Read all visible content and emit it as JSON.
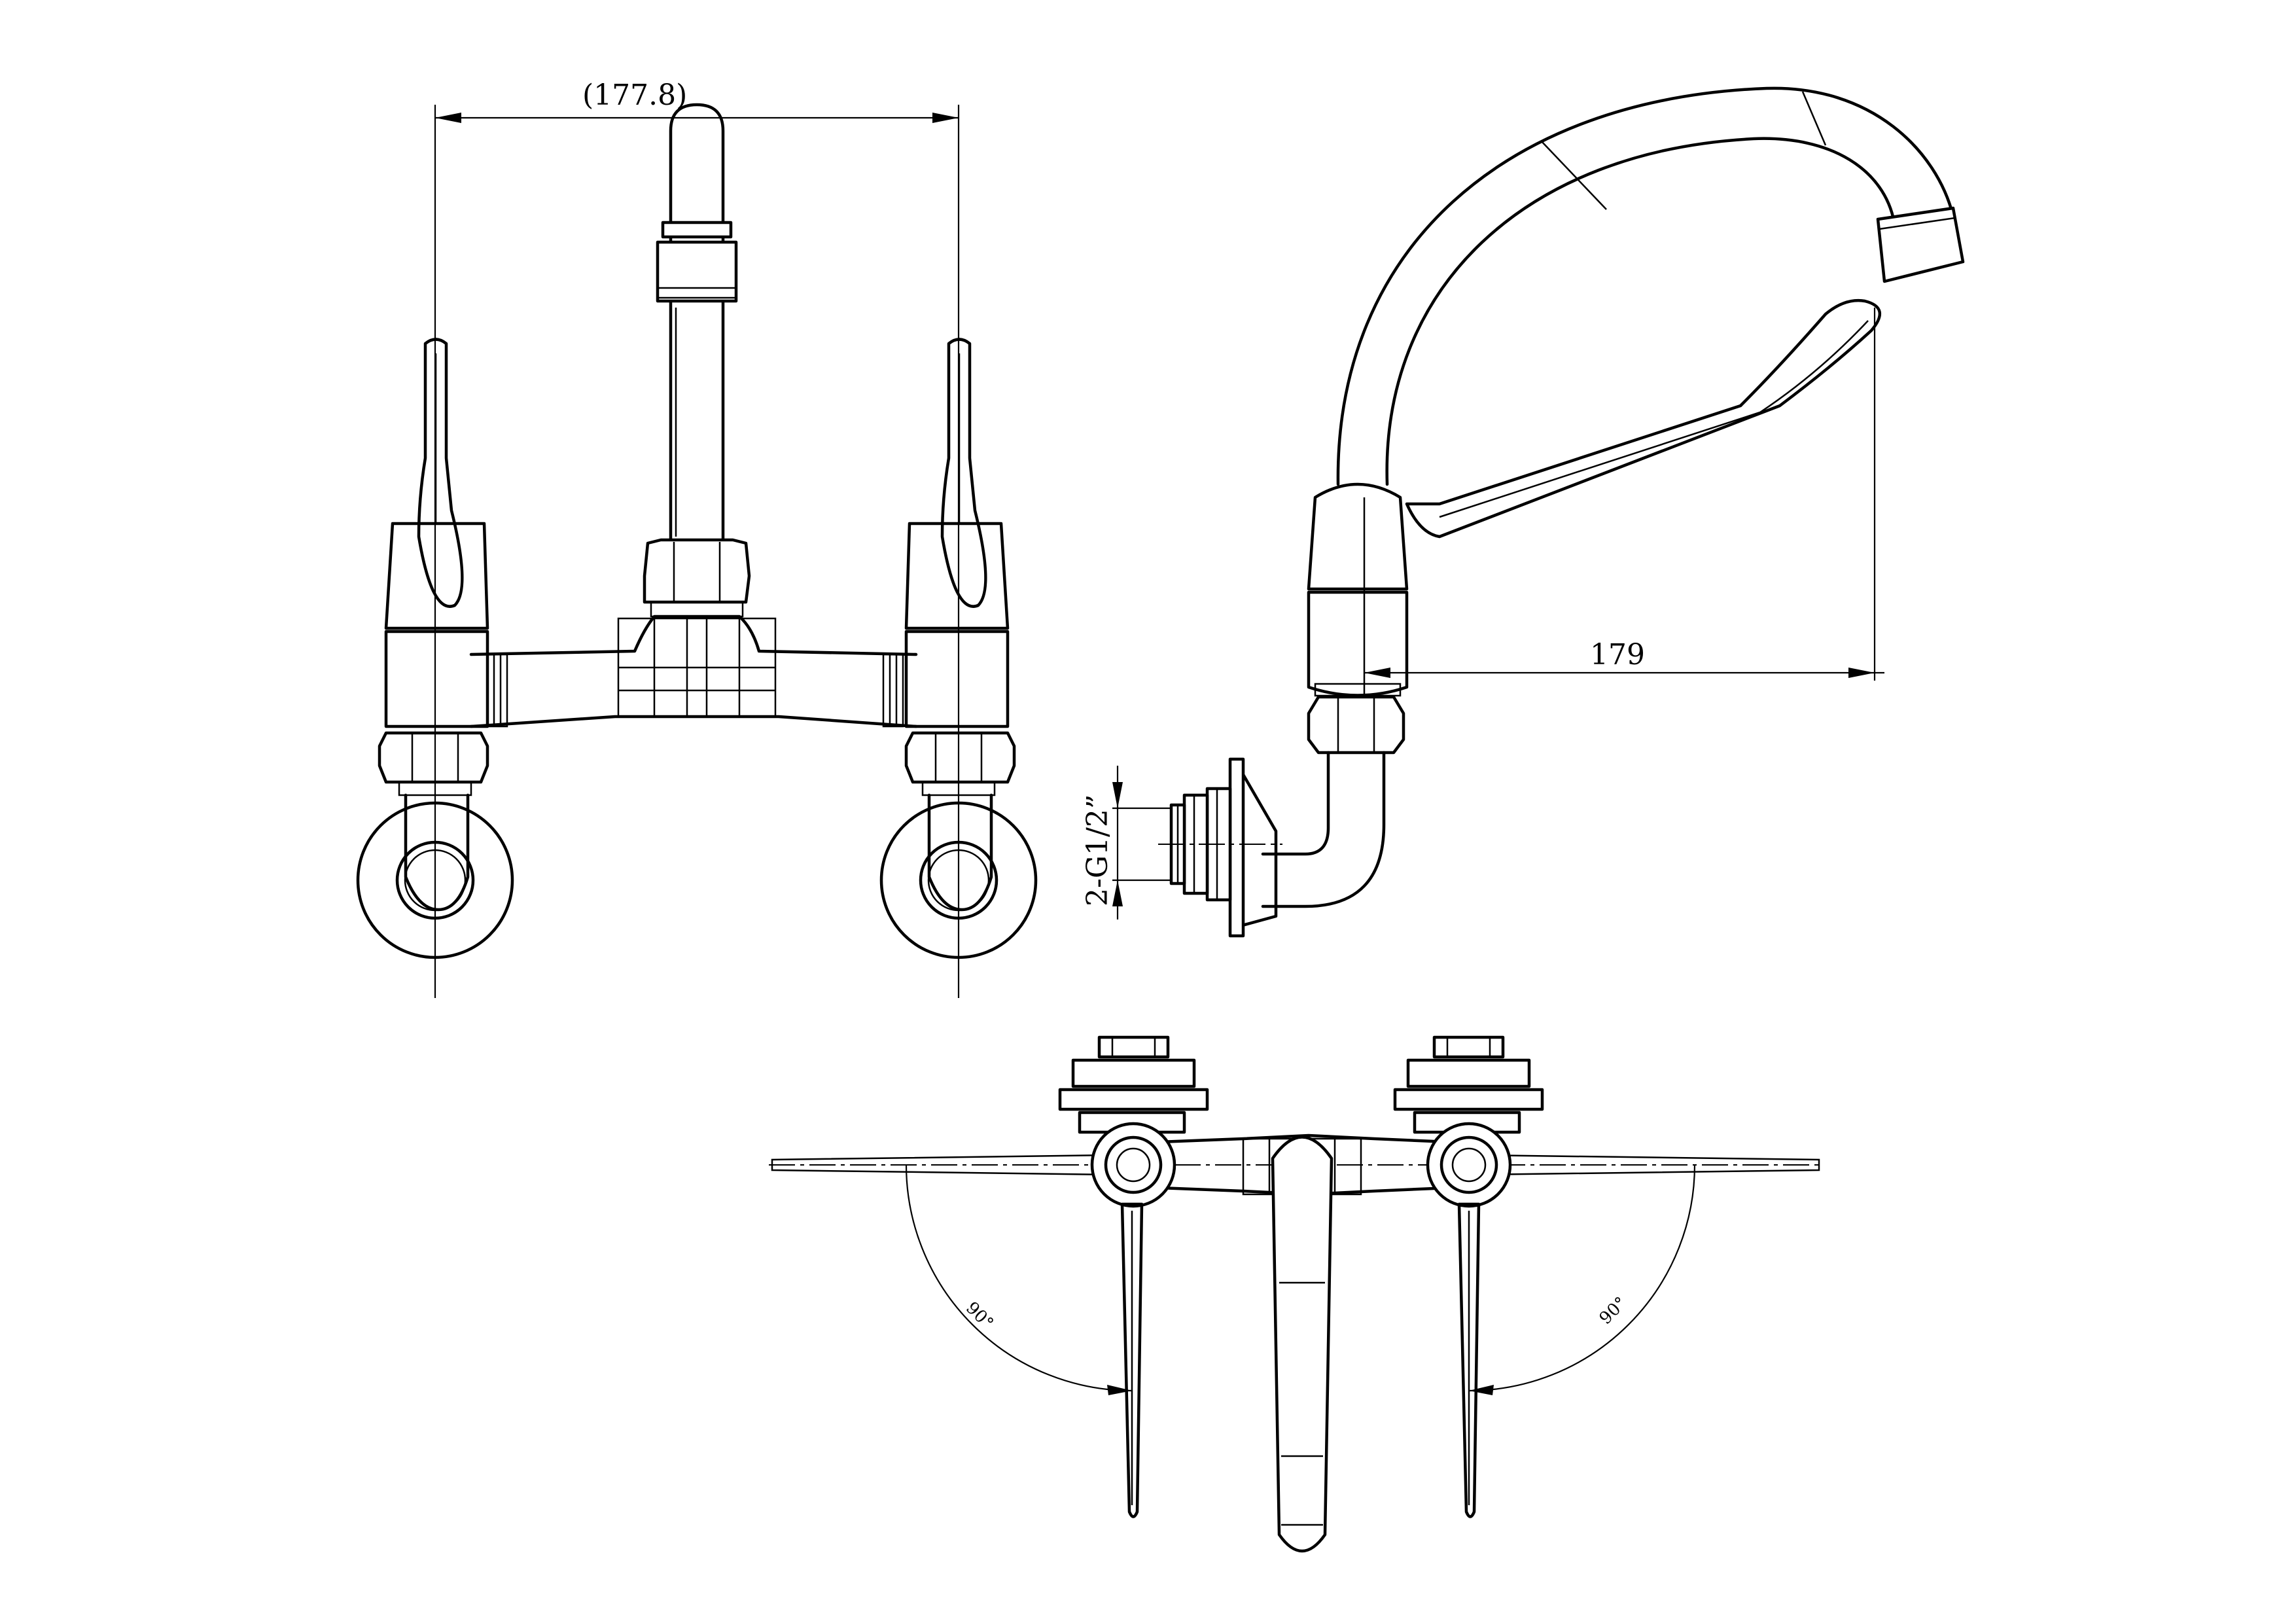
{
  "dimensions": {
    "handle_spacing": "(177.8)",
    "reach": "179",
    "thread": "2-G1/2”",
    "angle_left": "90°",
    "angle_right": "90°"
  }
}
